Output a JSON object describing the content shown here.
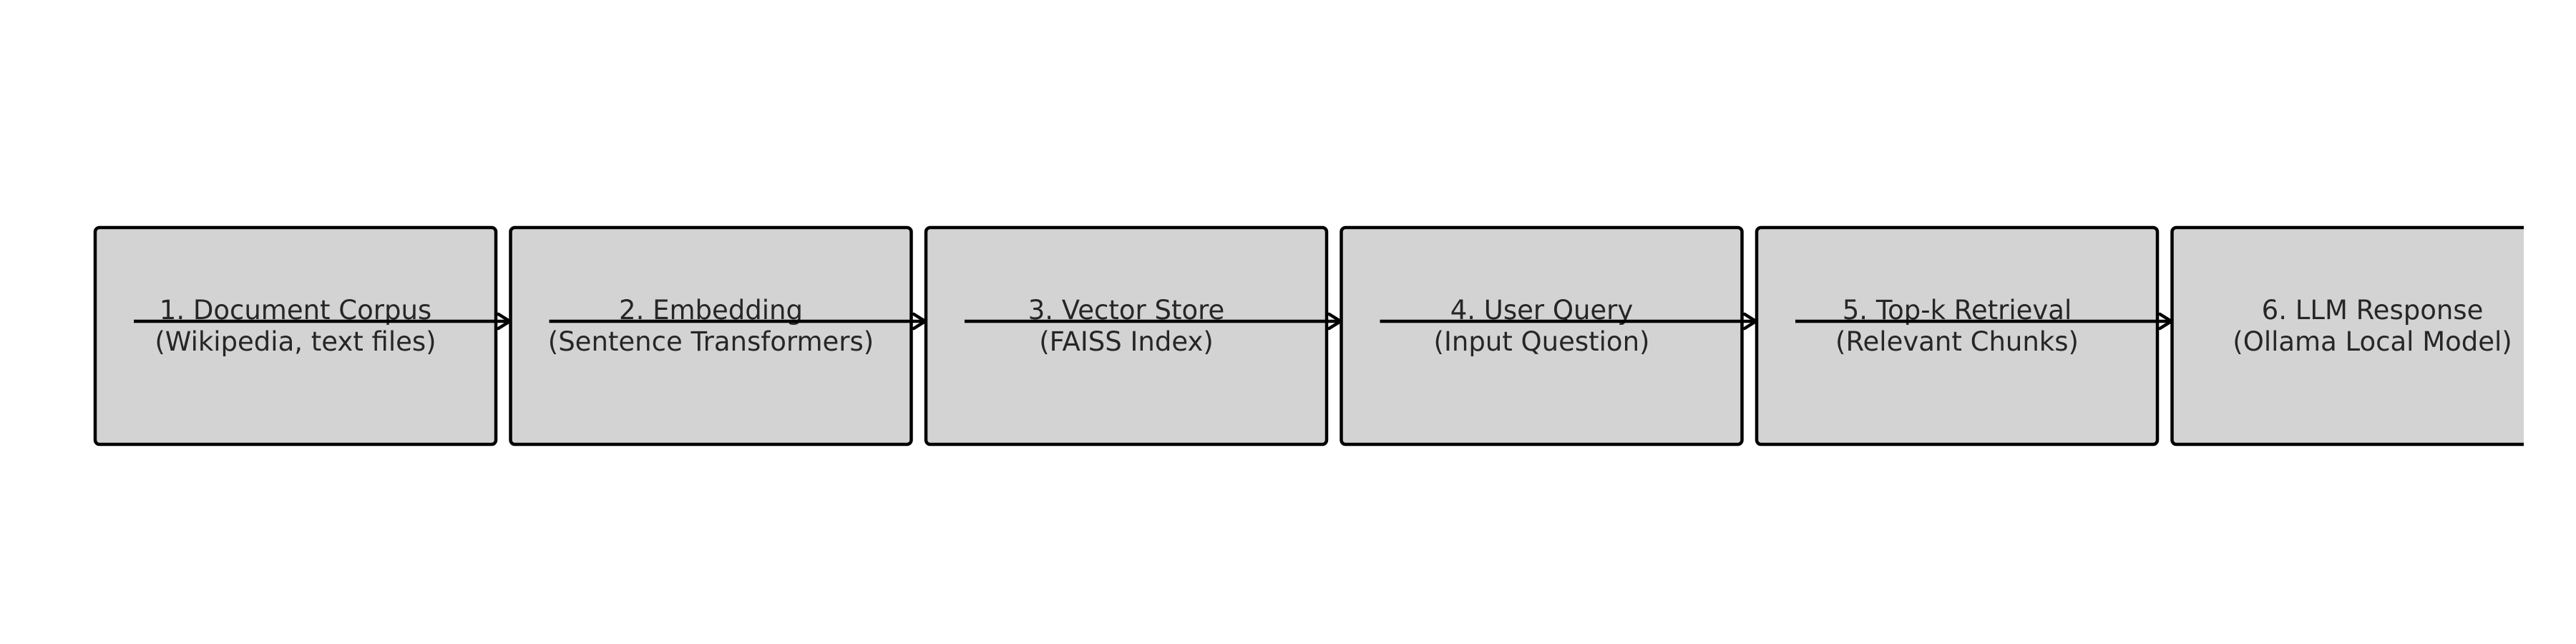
{
  "diagram": {
    "type": "flowchart",
    "direction": "left-to-right",
    "colors": {
      "node_fill": "#d3d3d3",
      "node_stroke": "#000000",
      "text": "#262626",
      "arrow": "#000000",
      "background": "#ffffff"
    },
    "nodes": [
      {
        "id": "corpus",
        "line1": "1. Document Corpus",
        "line2": "(Wikipedia, text files)"
      },
      {
        "id": "embedding",
        "line1": "2. Embedding",
        "line2": "(Sentence Transformers)"
      },
      {
        "id": "vector-store",
        "line1": "3. Vector Store",
        "line2": "(FAISS Index)"
      },
      {
        "id": "user-query",
        "line1": "4. User Query",
        "line2": "(Input Question)"
      },
      {
        "id": "retrieval",
        "line1": "5. Top-k Retrieval",
        "line2": "(Relevant Chunks)"
      },
      {
        "id": "llm-response",
        "line1": "6. LLM Response",
        "line2": "(Ollama Local Model)"
      }
    ],
    "edges": [
      {
        "from": "corpus",
        "to": "embedding"
      },
      {
        "from": "embedding",
        "to": "vector-store"
      },
      {
        "from": "vector-store",
        "to": "user-query"
      },
      {
        "from": "user-query",
        "to": "retrieval"
      },
      {
        "from": "retrieval",
        "to": "llm-response"
      }
    ]
  }
}
